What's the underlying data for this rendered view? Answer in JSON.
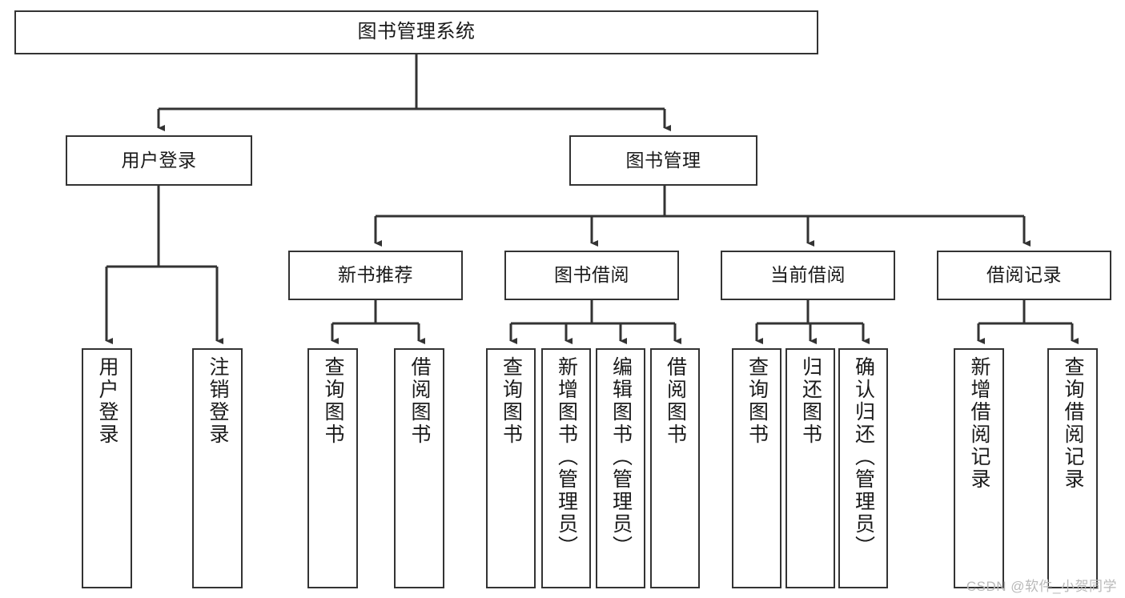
{
  "diagram": {
    "type": "tree-hierarchy",
    "title": "图书管理系统",
    "watermark": "CSDN @软件_小贺同学",
    "colors": {
      "box_border": "#333333",
      "box_fill": "#ffffff",
      "connector": "#333333",
      "text": "#1a1a1a",
      "watermark": "#b9b9b9"
    },
    "nodes": {
      "root": {
        "label": "图书管理系统"
      },
      "level2": [
        {
          "id": "user-login",
          "label": "用户登录"
        },
        {
          "id": "book-manage",
          "label": "图书管理"
        }
      ],
      "level3": [
        {
          "id": "new-book-rec",
          "label": "新书推荐"
        },
        {
          "id": "book-borrow",
          "label": "图书借阅"
        },
        {
          "id": "current-borrow",
          "label": "当前借阅"
        },
        {
          "id": "borrow-record",
          "label": "借阅记录"
        }
      ],
      "leaves": {
        "user-login": [
          {
            "id": "leaf-user-login",
            "label": "用户登录"
          },
          {
            "id": "leaf-logout",
            "label": "注销登录"
          }
        ],
        "new-book-rec": [
          {
            "id": "leaf-query-book-1",
            "label": "查询图书"
          },
          {
            "id": "leaf-borrow-book-1",
            "label": "借阅图书"
          }
        ],
        "book-borrow": [
          {
            "id": "leaf-query-book-2",
            "label": "查询图书"
          },
          {
            "id": "leaf-add-book",
            "label": "新增图书（管理员）"
          },
          {
            "id": "leaf-edit-book",
            "label": "编辑图书（管理员）"
          },
          {
            "id": "leaf-borrow-book-2",
            "label": "借阅图书"
          }
        ],
        "current-borrow": [
          {
            "id": "leaf-query-book-3",
            "label": "查询图书"
          },
          {
            "id": "leaf-return-book",
            "label": "归还图书"
          },
          {
            "id": "leaf-confirm-return",
            "label": "确认归还（管理员）"
          }
        ],
        "borrow-record": [
          {
            "id": "leaf-add-record",
            "label": "新增借阅记录"
          },
          {
            "id": "leaf-query-record",
            "label": "查询借阅记录"
          }
        ]
      }
    }
  }
}
